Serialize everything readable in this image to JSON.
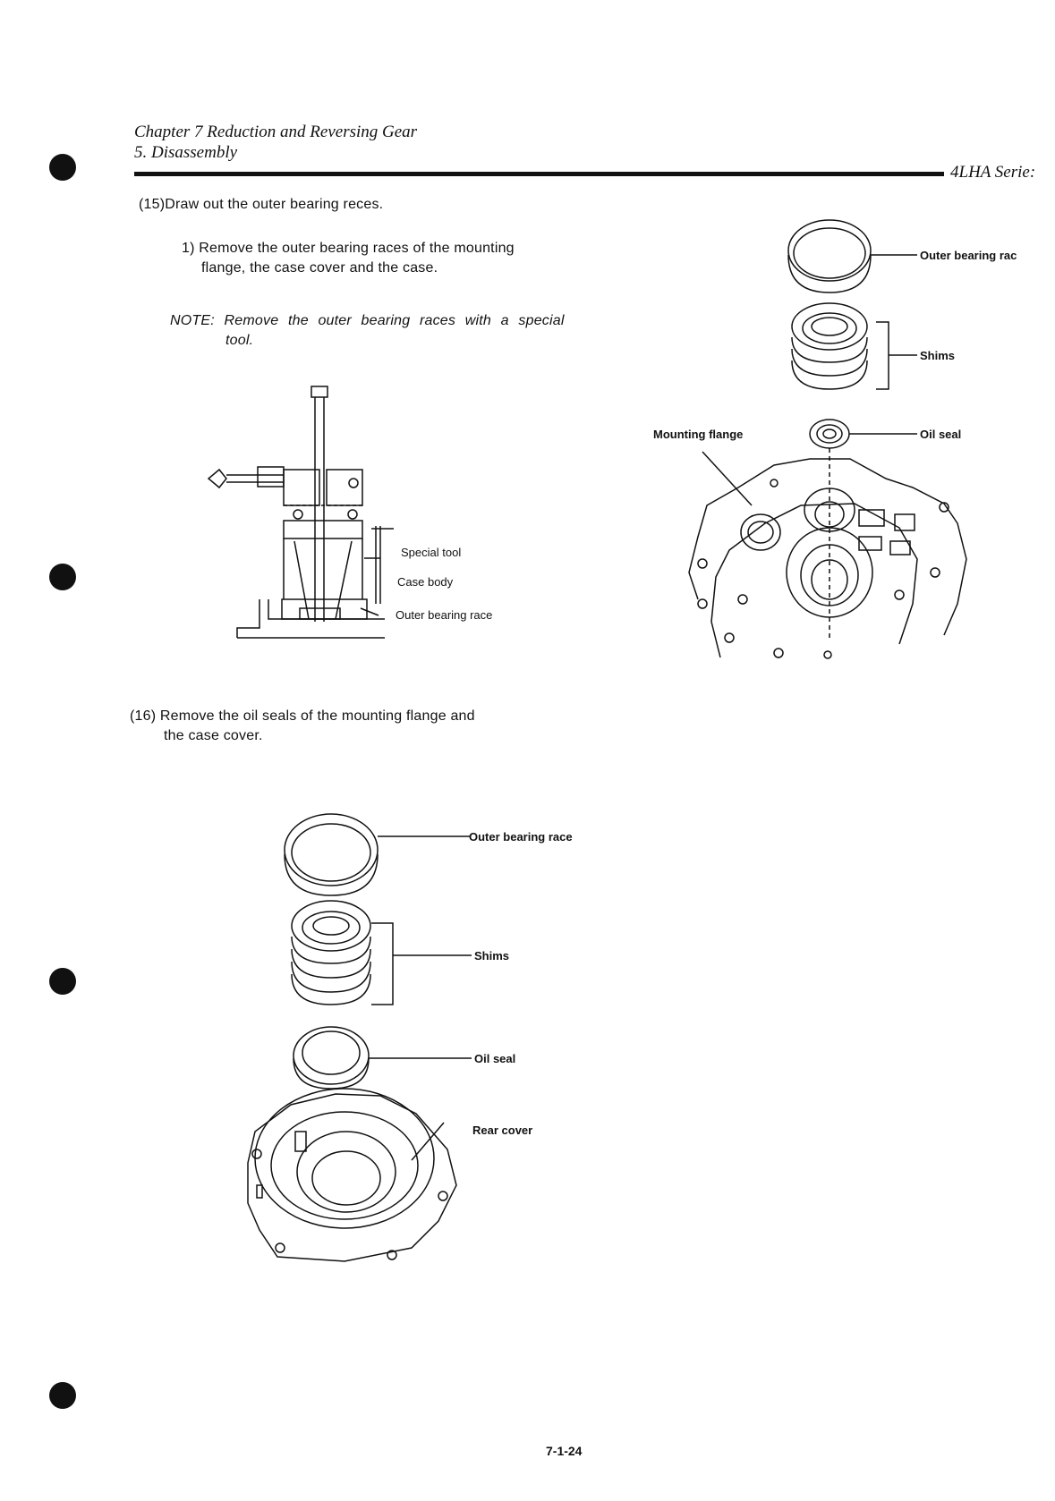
{
  "header": {
    "chapter": "Chapter 7 Reduction and Reversing Gear",
    "section": "5. Disassembly",
    "series": "4LHA Serie:"
  },
  "step15": {
    "heading": "(15)Draw out the outer bearing reces.",
    "sub1_line1": "1) Remove the outer bearing races of the mounting",
    "sub1_line2": "flange, the case cover and the case.",
    "note_line1": "NOTE: Remove the outer bearing races with a special",
    "note_line2": "tool."
  },
  "fig_tool": {
    "special_tool": "Special tool",
    "case_body": "Case body",
    "outer_bearing_race": "Outer bearing race"
  },
  "fig_flange": {
    "outer_bearing_race": "Outer bearing rac",
    "shims": "Shims",
    "mounting_flange": "Mounting flange",
    "oil_seal": "Oil seal"
  },
  "step16": {
    "line1": "(16) Remove the oil seals of the mounting flange and",
    "line2": "the case cover."
  },
  "fig_rear": {
    "outer_bearing_race": "Outer bearing race",
    "shims": "Shims",
    "oil_seal": "Oil seal",
    "rear_cover": "Rear cover"
  },
  "footer": {
    "page_number": "7-1-24"
  }
}
